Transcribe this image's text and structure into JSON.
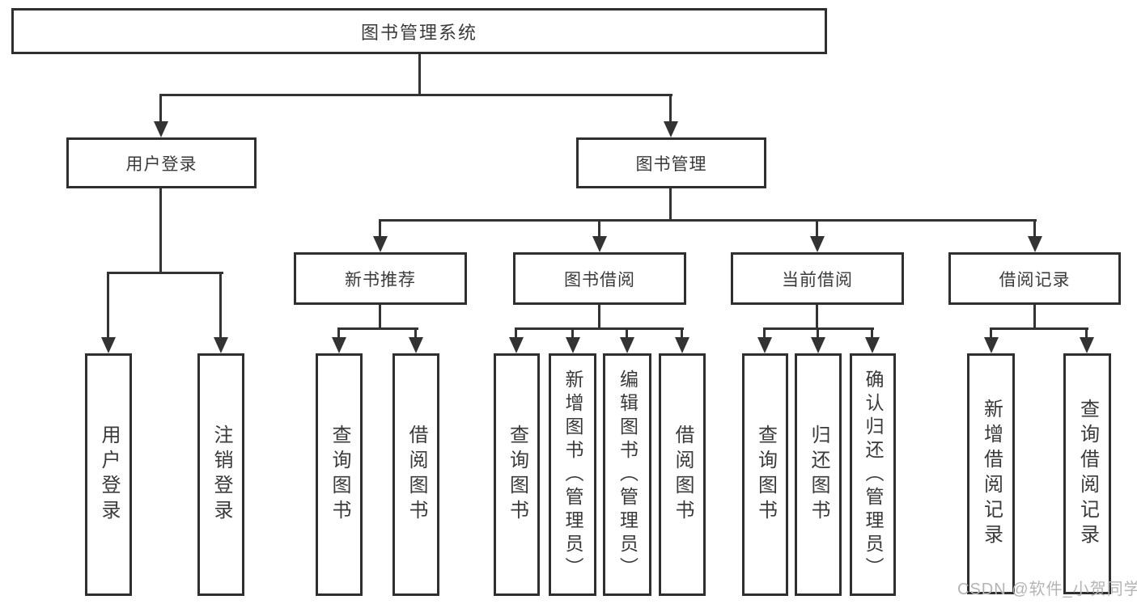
{
  "tree": {
    "root": {
      "label": "图书管理系统"
    },
    "level2": [
      {
        "label": "用户登录"
      },
      {
        "label": "图书管理"
      }
    ],
    "level3": [
      {
        "label": "新书推荐"
      },
      {
        "label": "图书借阅"
      },
      {
        "label": "当前借阅"
      },
      {
        "label": "借阅记录"
      }
    ],
    "leaves": {
      "user_login": [
        {
          "label": "用户登录"
        },
        {
          "label": "注销登录"
        }
      ],
      "new_book_recommend": [
        {
          "label": "查询图书"
        },
        {
          "label": "借阅图书"
        }
      ],
      "book_borrow": [
        {
          "label": "查询图书"
        },
        {
          "label": "新增图书（管理员）"
        },
        {
          "label": "编辑图书（管理员）"
        },
        {
          "label": "借阅图书"
        }
      ],
      "current_borrow": [
        {
          "label": "查询图书"
        },
        {
          "label": "归还图书"
        },
        {
          "label": "确认归还（管理员）"
        }
      ],
      "borrow_record": [
        {
          "label": "新增借阅记录"
        },
        {
          "label": "查询借阅记录"
        }
      ]
    }
  },
  "watermark": {
    "text": "CSDN @软件_小贺同学"
  },
  "colors": {
    "line": "#333333",
    "box_border": "#2f2f2f",
    "text": "#3a3a3a",
    "watermark": "#b4b4b4",
    "background": "#ffffff"
  }
}
